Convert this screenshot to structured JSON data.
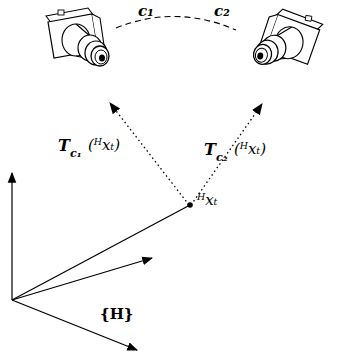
{
  "diagram": {
    "labels": [
      "c₁",
      "c₂",
      "T",
      "c₁",
      "(ᴴxₜ)",
      "T",
      "c₂",
      "(ᴴxₜ)",
      "ᴴxₜ",
      "{H}"
    ]
  }
}
